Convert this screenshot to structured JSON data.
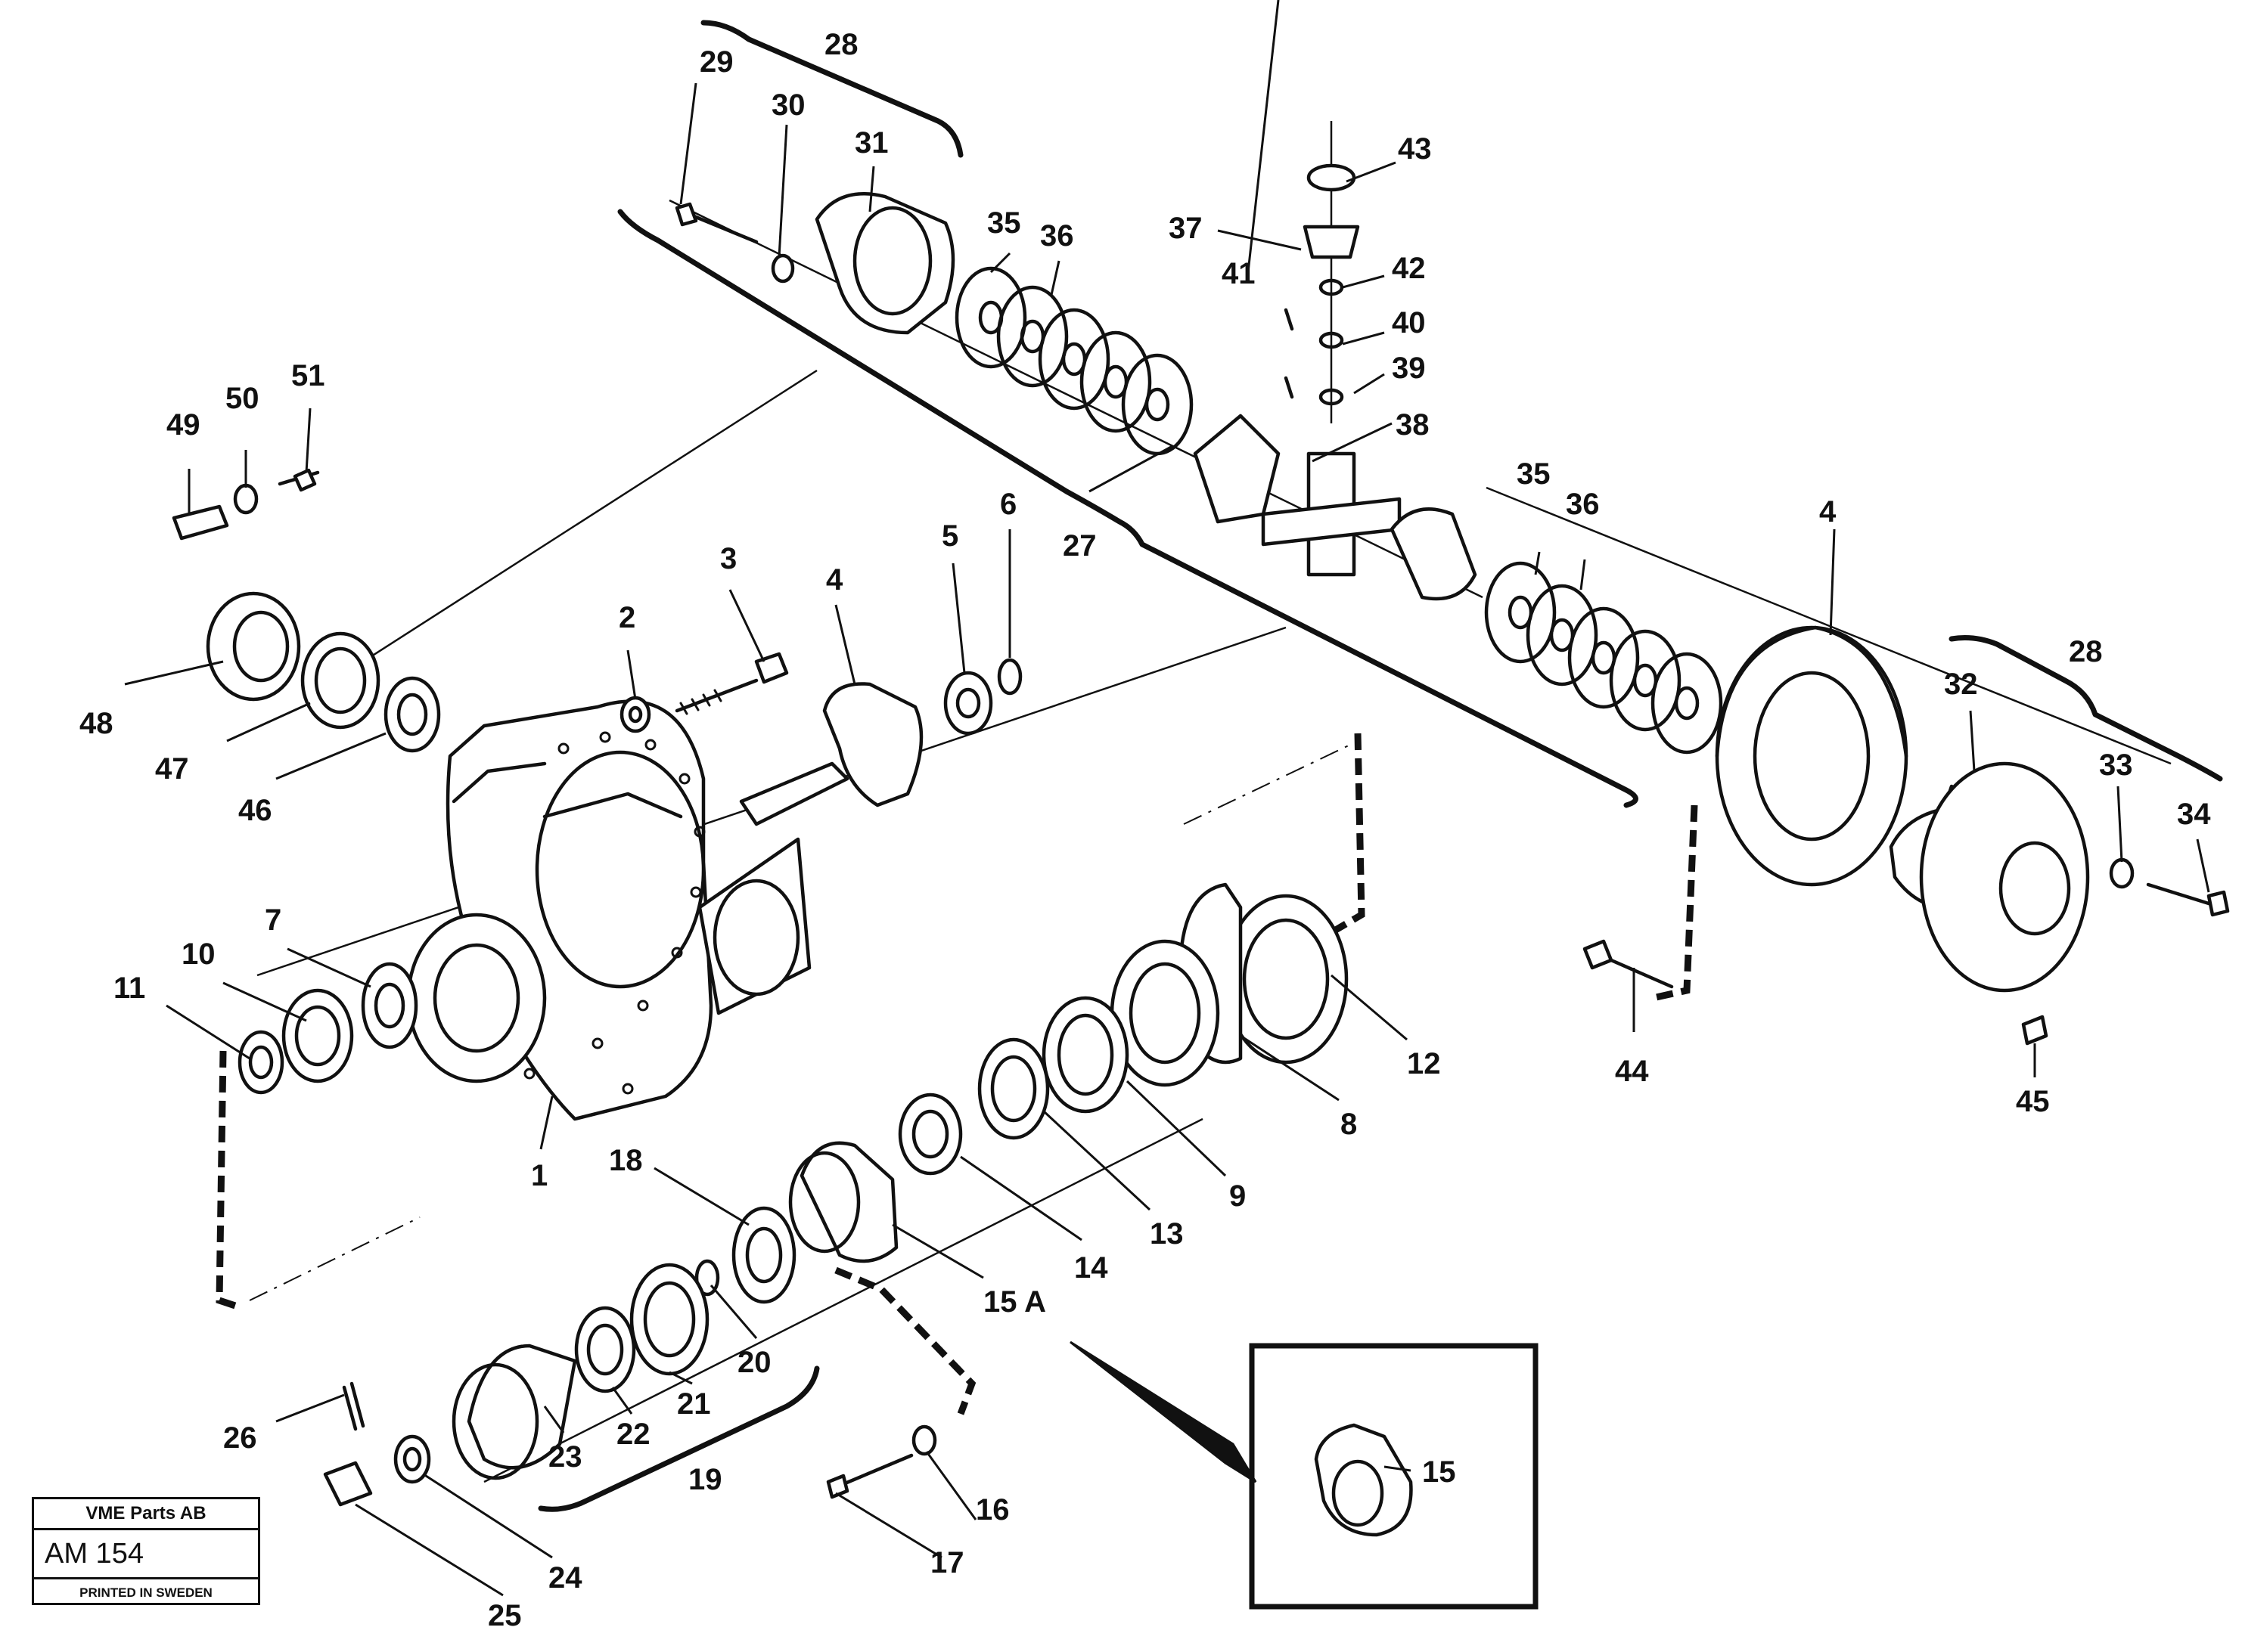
{
  "callouts": {
    "c1": "1",
    "c2": "2",
    "c3": "3",
    "c4a": "4",
    "c4b": "4",
    "c5": "5",
    "c6": "6",
    "c7": "7",
    "c8": "8",
    "c9": "9",
    "c10": "10",
    "c11": "11",
    "c12": "12",
    "c13": "13",
    "c14": "14",
    "c15": "15",
    "c15a": "15 A",
    "c16": "16",
    "c17": "17",
    "c18": "18",
    "c19": "19",
    "c20": "20",
    "c21": "21",
    "c22": "22",
    "c23": "23",
    "c24": "24",
    "c25": "25",
    "c26": "26",
    "c27": "27",
    "c28a": "28",
    "c28b": "28",
    "c29": "29",
    "c30": "30",
    "c31": "31",
    "c32": "32",
    "c33": "33",
    "c34": "34",
    "c35a": "35",
    "c35b": "35",
    "c36a": "36",
    "c36b": "36",
    "c37": "37",
    "c38": "38",
    "c39": "39",
    "c40": "40",
    "c41": "41",
    "c42": "42",
    "c43": "43",
    "c44": "44",
    "c45": "45",
    "c46": "46",
    "c47": "47",
    "c48": "48",
    "c49": "49",
    "c50": "50",
    "c51": "51"
  },
  "title_block": {
    "company": "VME Parts AB",
    "code": "AM 154",
    "printed": "PRINTED IN SWEDEN"
  }
}
